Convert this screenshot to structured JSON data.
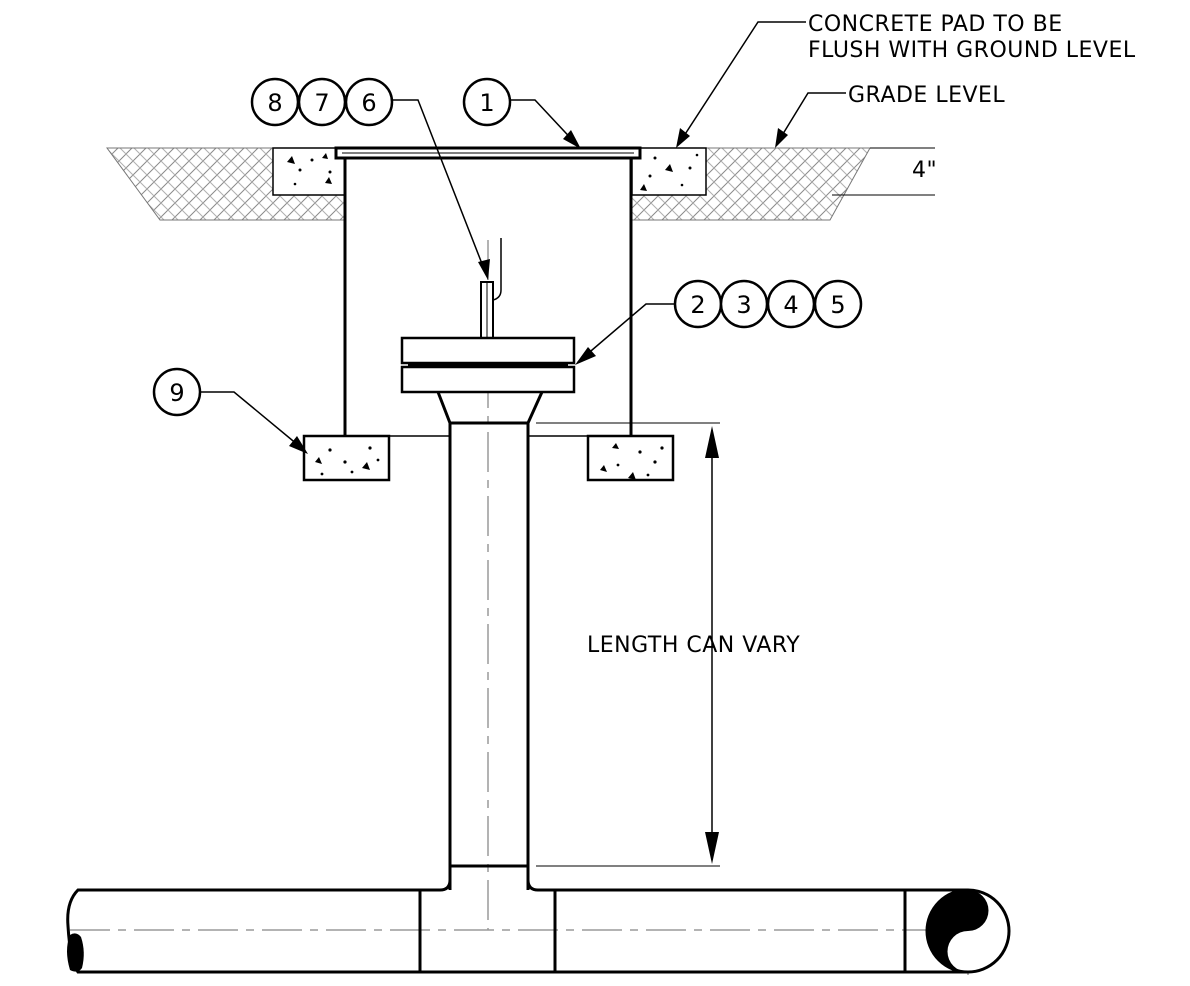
{
  "labels": {
    "pad_line1": "CONCRETE PAD TO BE",
    "pad_line2": "FLUSH WITH GROUND LEVEL",
    "grade": "GRADE LEVEL",
    "depth": "4\"",
    "length": "LENGTH CAN VARY"
  },
  "callouts": {
    "top_group": [
      "8",
      "7",
      "6"
    ],
    "cover": [
      "1"
    ],
    "flange_group": [
      "2",
      "3",
      "4",
      "5"
    ],
    "footing": [
      "9"
    ]
  }
}
